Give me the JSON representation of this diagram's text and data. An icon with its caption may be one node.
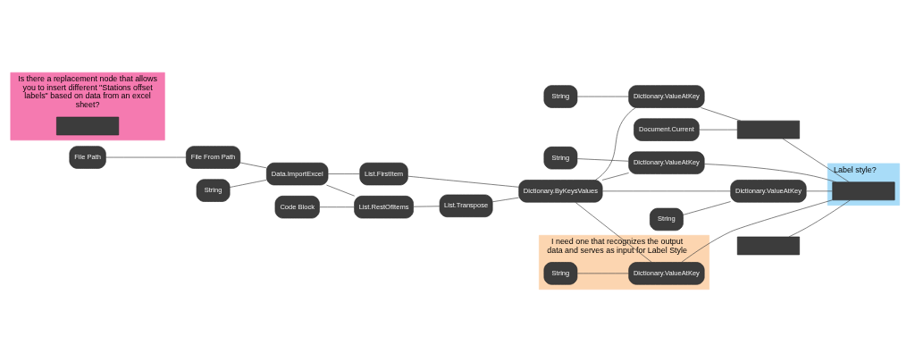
{
  "diagram": {
    "nodes": [
      {
        "text": [
          "File Path"
        ]
      },
      {
        "text": [
          "File From Path"
        ]
      },
      {
        "text": [
          "String"
        ]
      },
      {
        "text": [
          "Data.ImportExcel"
        ]
      },
      {
        "text": [
          "List.FirstItem"
        ]
      },
      {
        "text": [
          "List.RestOfItems"
        ]
      },
      {
        "text": [
          "Code Block"
        ]
      },
      {
        "text": [
          "List.Transpose"
        ]
      },
      {
        "text": [
          "Dictionary.ByKeysValues"
        ]
      },
      {
        "text": [
          "String"
        ]
      },
      {
        "text": [
          "Dictionary.ValueAtKey"
        ]
      },
      {
        "text": [
          "Document.Current"
        ]
      },
      {
        "text": [],
        "shape": "box"
      },
      {
        "text": [
          "Dictionary.ValueAtKey"
        ]
      },
      {
        "text": [
          "String"
        ]
      },
      {
        "text": [
          "Dictionary.ValueAtKey"
        ]
      },
      {
        "text": [
          "String"
        ]
      },
      {
        "text": [
          "I need one that recognizes the output data and serves as input for Label Style"
        ]
      },
      {
        "text": [
          "Dictionary.ValueAtKey"
        ],
        "in": 17
      },
      {
        "text": [
          "String"
        ],
        "in": 17
      },
      {
        "text": [
          "Label style?"
        ]
      },
      {
        "text": [],
        "shape": "box",
        "in": 20
      },
      {
        "text": [
          "Is there a replacement node that allows you to insert different \"Stations offset labels\" based on data from an excel sheet?"
        ]
      },
      {
        "text": [],
        "shape": "box",
        "in": 22
      },
      {
        "text": [],
        "shape": "box"
      }
    ],
    "edges": [
      {
        "from": 0,
        "to": 1,
        "arrow": "none"
      },
      {
        "from": 1,
        "to": 3,
        "arrow": "none"
      },
      {
        "from": 2,
        "to": 3,
        "arrow": "none"
      },
      {
        "from": 3,
        "to": 4,
        "arrow": "none"
      },
      {
        "from": 3,
        "to": 5,
        "arrow": "none"
      },
      {
        "from": 6,
        "to": 5,
        "arrow": "none"
      },
      {
        "from": 5,
        "to": 7,
        "arrow": "none"
      },
      {
        "from": 4,
        "to": 8,
        "arrow": "none"
      },
      {
        "from": 7,
        "to": 8,
        "arrow": "none"
      },
      {
        "from": 8,
        "to": 10,
        "arrow": "none"
      },
      {
        "from": 9,
        "to": 10,
        "arrow": "none"
      },
      {
        "from": 10,
        "to": 12,
        "arrow": "none"
      },
      {
        "from": 11,
        "to": 12,
        "arrow": "none"
      },
      {
        "from": 8,
        "to": 13,
        "arrow": "none"
      },
      {
        "from": 14,
        "to": 13,
        "arrow": "none"
      },
      {
        "from": 8,
        "to": 15,
        "arrow": "none"
      },
      {
        "from": 16,
        "to": 15,
        "arrow": "none"
      },
      {
        "from": 8,
        "to": 18,
        "arrow": "none"
      },
      {
        "from": 19,
        "to": 18,
        "arrow": "none"
      },
      {
        "from": 12,
        "to": 21,
        "arrow": "none"
      },
      {
        "from": 13,
        "to": 21,
        "arrow": "none"
      },
      {
        "from": 15,
        "to": 21,
        "arrow": "none"
      },
      {
        "from": 18,
        "to": 21,
        "arrow": "none"
      },
      {
        "from": 24,
        "to": 21,
        "arrow": "none"
      }
    ]
  }
}
